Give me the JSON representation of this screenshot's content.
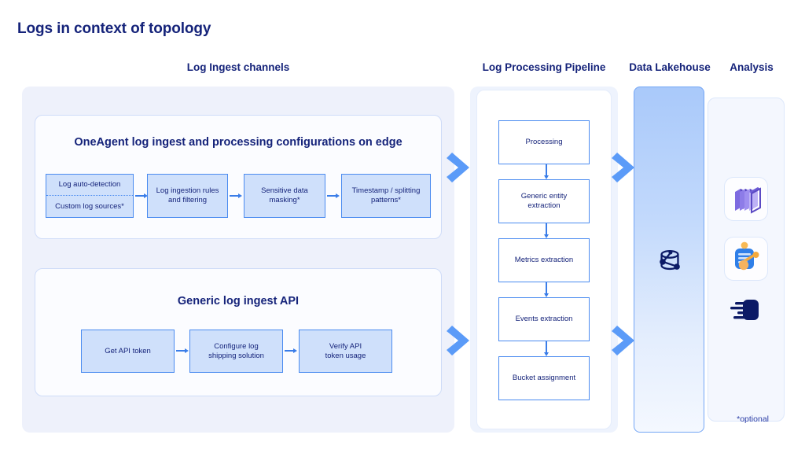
{
  "page_title": "Logs in context of topology",
  "columns": {
    "ingest": "Log Ingest channels",
    "pipeline": "Log Processing Pipeline",
    "lakehouse": "Data Lakehouse",
    "analysis": "Analysis"
  },
  "oneagent": {
    "title": "OneAgent log ingest and processing configurations on edge",
    "steps": [
      {
        "lines": [
          "Log auto-detection",
          "Custom log sources*"
        ],
        "split": true
      },
      {
        "lines": [
          "Log ingestion rules",
          "and filtering"
        ],
        "split": false
      },
      {
        "lines": [
          "Sensitive data",
          "masking*"
        ],
        "split": false
      },
      {
        "lines": [
          "Timestamp / splitting",
          "patterns*"
        ],
        "split": false
      }
    ]
  },
  "api": {
    "title": "Generic log ingest API",
    "steps": [
      {
        "lines": [
          "Get API token"
        ]
      },
      {
        "lines": [
          "Configure log",
          "shipping solution"
        ]
      },
      {
        "lines": [
          "Verify API",
          "token usage"
        ]
      }
    ]
  },
  "pipeline": {
    "steps": [
      {
        "lines": [
          "Processing"
        ]
      },
      {
        "lines": [
          "Generic entity",
          "extraction"
        ]
      },
      {
        "lines": [
          "Metrics extraction"
        ]
      },
      {
        "lines": [
          "Events extraction"
        ]
      },
      {
        "lines": [
          "Bucket assignment"
        ]
      }
    ]
  },
  "lakehouse": {
    "icon": "grail-database-graph-icon"
  },
  "analysis": {
    "icons": [
      "notebook-cube-icon",
      "dashboard-document-icon",
      "logs-speed-icon"
    ]
  },
  "footnote": "*optional",
  "colors": {
    "title_navy": "#15237a",
    "box_border_blue": "#4a8bf0",
    "box_fill_blue": "#cfe0fb",
    "chevron_blue": "#5b9bf8",
    "panel_lavender": "#eef1fb",
    "lakehouse_top": "#a9c9fa"
  }
}
